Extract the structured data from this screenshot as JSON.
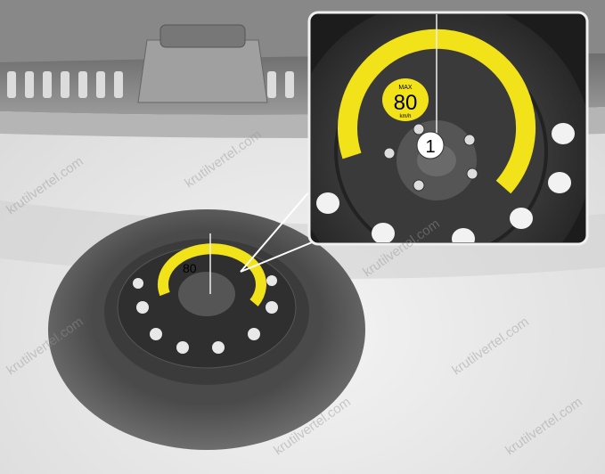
{
  "figure": {
    "callout_number": "1",
    "label_speed": "80",
    "label_max": "MAX",
    "label_unit": "km/h",
    "small_speed": "80"
  },
  "watermark": "krutilvertel.com",
  "colors": {
    "label_yellow": "#f2e21a",
    "wheel_dark": "#2a2a2a",
    "background": "#e9e9e9"
  }
}
